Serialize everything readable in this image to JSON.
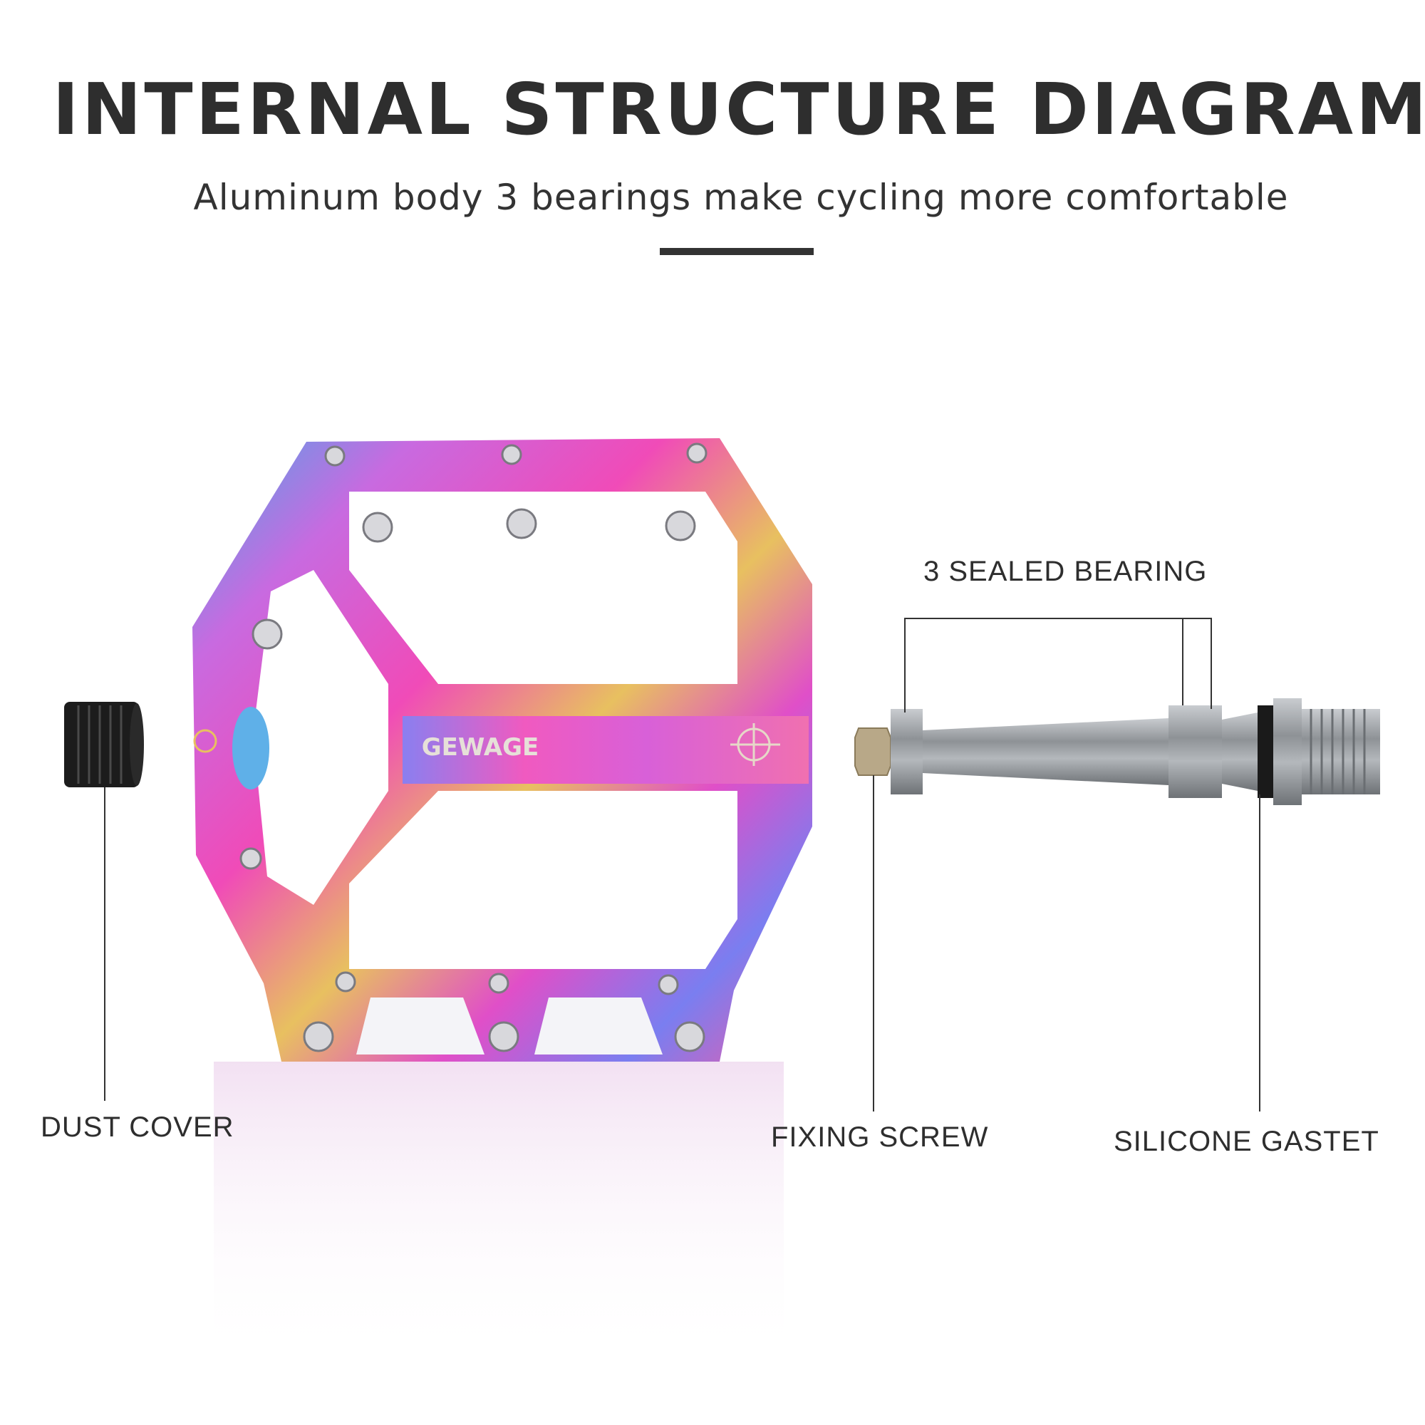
{
  "title": "INTERNAL STRUCTURE DIAGRAM",
  "subtitle": "Aluminum body 3 bearings make cycling more comfortable",
  "brand": "GEWAGE",
  "colors": {
    "text": "#2e2e2e",
    "pedal_pink": "#e04fc8",
    "pedal_blue": "#4aa8e8",
    "pedal_gold": "#e8c060",
    "axle_silver": "#9a9ea4",
    "dust_cover": "#1a1a1a"
  },
  "labels": {
    "sealed_bearing": "3 SEALED BEARING",
    "dust_cover": "DUST COVER",
    "fixing_screw": "FIXING SCREW",
    "silicone_gasket": "SILICONE GASTET"
  }
}
